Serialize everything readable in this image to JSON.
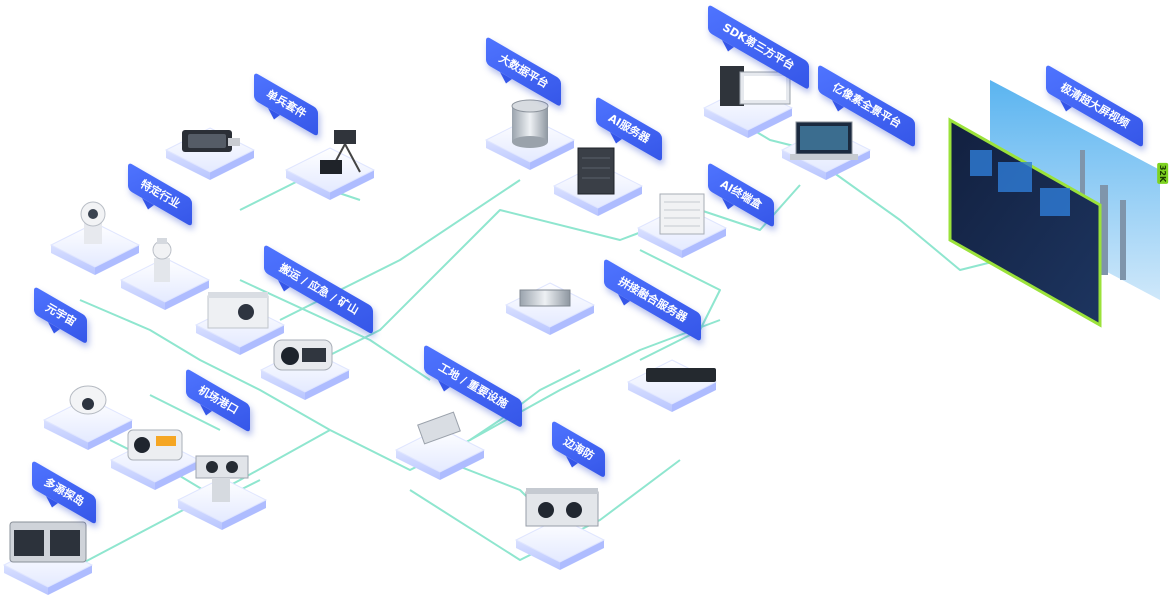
{
  "labels": {
    "single_soldier": "单兵套件",
    "specific_industry": "特定行业",
    "metaverse": "元宇宙",
    "multi_source": "多源探岛",
    "airport_port": "机场港口",
    "transport_emergency_mining": "搬运 / 应急 / 矿山",
    "construction_site": "工地 / 重要设施",
    "border_coastal": "边海防",
    "stitching_server": "拼接融合服务器",
    "ai_terminal": "AI终端盒",
    "ai_server": "AI服务器",
    "big_data": "大数据平台",
    "sdk_third_party": "SDK第三方平台",
    "panorama_platform": "亿像素全景平台",
    "hd_wall_video": "极清超大屏视频"
  },
  "screen_tag": "32K",
  "colors": {
    "label_blue": "#3f62f0",
    "line_mint": "#8fe6cf",
    "tile_top": "#eef2ff",
    "tile_side": "#c9d3ff",
    "screen_frame": "#9be23a"
  }
}
